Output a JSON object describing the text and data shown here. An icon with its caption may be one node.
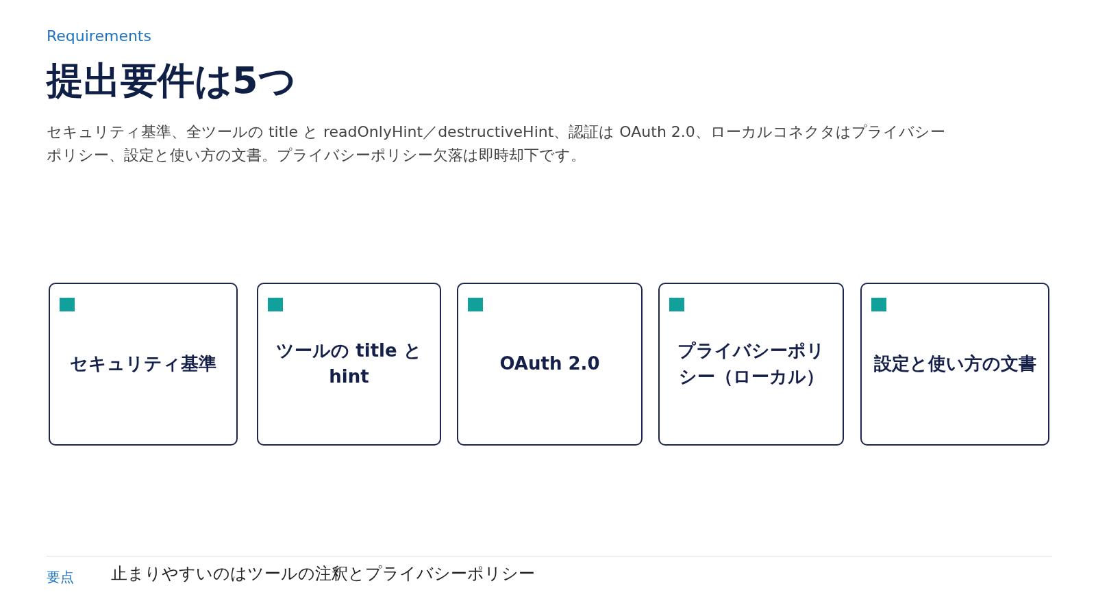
{
  "diagram": {
    "title": "提出要件は5つ",
    "nodes": [
      {
        "text": [
          "セキュリティ基準"
        ]
      },
      {
        "text": [
          "ツールの title と hint"
        ]
      },
      {
        "text": [
          "OAuth 2.0"
        ]
      },
      {
        "text": [
          "プライバシーポリシー（ローカル）"
        ]
      },
      {
        "text": [
          "設定と使い方の文書"
        ]
      }
    ],
    "labels": [
      "Requirements",
      "セキュリティ基準、全ツールの title と readOnlyHint／destructiveHint、認証は OAuth 2.0、ローカルコネクタはプライバシーポリシー、設定と使い方の文書。プライバシーポリシー欠落は即時却下です。",
      "要点",
      "止まりやすいのはツールの注釈とプライバシーポリシー"
    ]
  }
}
